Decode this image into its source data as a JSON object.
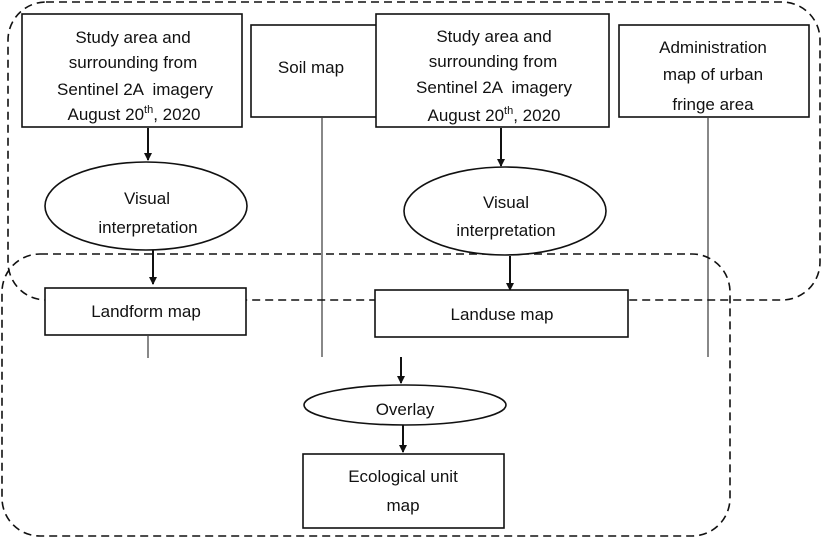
{
  "nodes": {
    "study_area_left": {
      "lines": [
        "Study area and",
        "surrounding from",
        "Sentinel 2A  imagery"
      ],
      "date_prefix": "August 20",
      "date_suffix": "th",
      "date_year": ", 2020"
    },
    "soil_map": {
      "label": "Soil map"
    },
    "study_area_right": {
      "lines": [
        "Study area and",
        "surrounding from",
        "Sentinel 2A  imagery"
      ],
      "date_prefix": "August 20",
      "date_suffix": "th",
      "date_year": ", 2020"
    },
    "administration_map": {
      "lines": [
        "Administration",
        "map of urban",
        "fringe area"
      ]
    },
    "visual_interpretation_left": {
      "lines": [
        "Visual",
        "interpretation"
      ]
    },
    "visual_interpretation_right": {
      "lines": [
        "Visual",
        "interpretation"
      ]
    },
    "landform_map": {
      "label": "Landform map"
    },
    "landuse_map": {
      "label": "Landuse map"
    },
    "overlay": {
      "label": "Overlay"
    },
    "ecological_unit_map": {
      "lines": [
        "Ecological unit",
        "map"
      ]
    }
  }
}
